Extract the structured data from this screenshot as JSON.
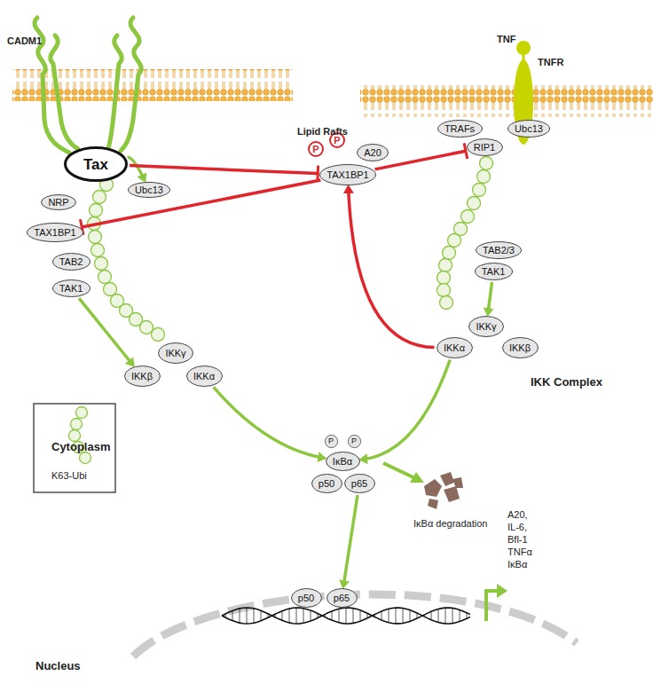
{
  "diagram": {
    "nodes": [
      {
        "text": [
          "Tax"
        ]
      },
      {
        "text": [
          "Ubc13"
        ]
      },
      {
        "text": [
          "NRP"
        ]
      },
      {
        "text": [
          "TAX1BP1"
        ]
      },
      {
        "text": [
          "TAB2"
        ]
      },
      {
        "text": [
          "TAK1"
        ]
      },
      {
        "text": [
          "IKKγ"
        ]
      },
      {
        "text": [
          "IKKβ"
        ]
      },
      {
        "text": [
          "IKKα"
        ]
      },
      {
        "text": [
          "P"
        ]
      },
      {
        "text": [
          "P"
        ]
      },
      {
        "text": [
          "A20"
        ]
      },
      {
        "text": [
          "TAX1BP1"
        ]
      },
      {
        "text": [
          "TRAFs"
        ]
      },
      {
        "text": [
          "Ubc13"
        ]
      },
      {
        "text": [
          "RIP1"
        ]
      },
      {
        "text": [
          "TAB2/3"
        ]
      },
      {
        "text": [
          "TAK1"
        ]
      },
      {
        "text": [
          "IKKγ"
        ]
      },
      {
        "text": [
          "IKKα"
        ]
      },
      {
        "text": [
          "IKKβ"
        ]
      },
      {
        "text": [
          "P"
        ]
      },
      {
        "text": [
          "P"
        ]
      },
      {
        "text": [
          "IκBα"
        ]
      },
      {
        "text": [
          "p50"
        ]
      },
      {
        "text": [
          "p65"
        ]
      },
      {
        "text": [
          "p50"
        ]
      },
      {
        "text": [
          "p65"
        ]
      }
    ],
    "edges": [
      {
        "from": 0,
        "to": 1,
        "arrow": "to"
      },
      {
        "from": 0,
        "to": 12,
        "arrow": "to"
      },
      {
        "from": 12,
        "to": 3,
        "arrow": "to"
      },
      {
        "from": 12,
        "to": 15,
        "arrow": "to"
      },
      {
        "from": 19,
        "to": 12,
        "arrow": "to"
      },
      {
        "from": 5,
        "to": 7,
        "arrow": "to"
      },
      {
        "from": 17,
        "to": 18,
        "arrow": "to"
      },
      {
        "from": 8,
        "to": 23,
        "arrow": "to"
      },
      {
        "from": 19,
        "to": 23,
        "arrow": "to"
      },
      {
        "from": 25,
        "to": 27,
        "arrow": "to"
      }
    ],
    "labels": [
      "CADM1",
      "Lipid Rafts",
      "TNF",
      "TNFR",
      "IKK Complex",
      "Cytoplasm",
      "IκBα degradation",
      "A20,",
      "IL-6,",
      "Bfl-1",
      "TNFα",
      "IκBα",
      "Nucleus"
    ],
    "legend": [
      {
        "text": "K63-Ubi"
      }
    ]
  }
}
